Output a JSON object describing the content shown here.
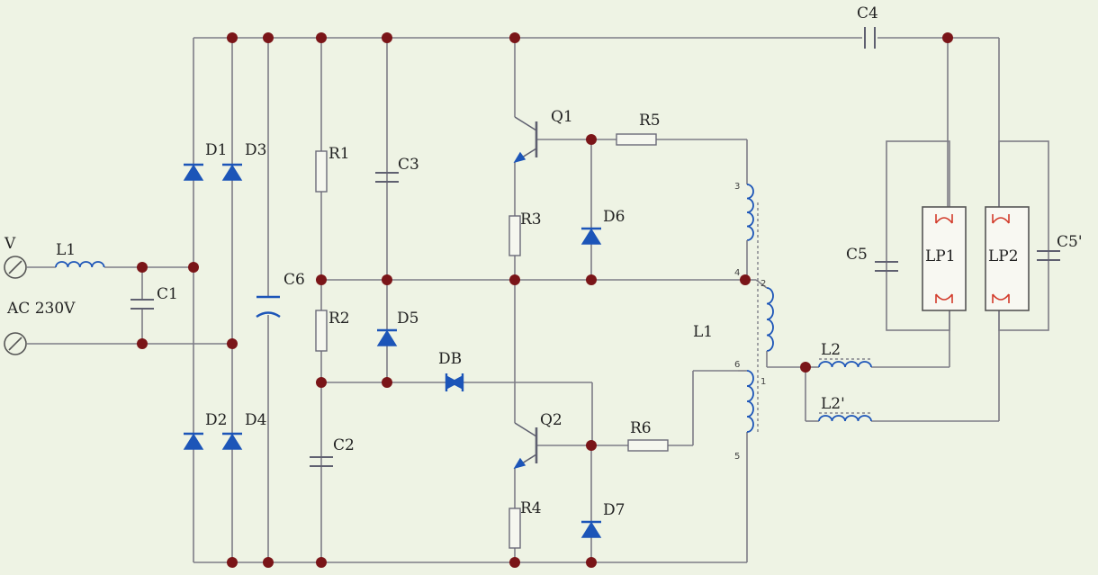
{
  "labels": {
    "V": "V",
    "L1_in": "L1",
    "AC": "AC 230V",
    "C1": "C1",
    "D1": "D1",
    "D3": "D3",
    "D2": "D2",
    "D4": "D4",
    "C6": "C6",
    "R1": "R1",
    "R2": "R2",
    "C3": "C3",
    "D5": "D5",
    "C2": "C2",
    "DB": "DB",
    "Q1": "Q1",
    "Q2": "Q2",
    "R3": "R3",
    "R4": "R4",
    "R5": "R5",
    "R6": "R6",
    "D6": "D6",
    "D7": "D7",
    "L1_tr": "L1",
    "L2": "L2",
    "L2p": "L2'",
    "C4": "C4",
    "C5": "C5",
    "C5p": "C5'",
    "LP1": "LP1",
    "LP2": "LP2"
  },
  "pins": {
    "p3a": "3",
    "p4": "4",
    "p2": "2",
    "p1": "1",
    "p6": "6",
    "p5": "5"
  },
  "colors": {
    "wire": "#7d7d86",
    "diode": "#1c55b8",
    "node": "#7a1518",
    "filament": "#d23a2a",
    "background": "#eef3e4"
  }
}
